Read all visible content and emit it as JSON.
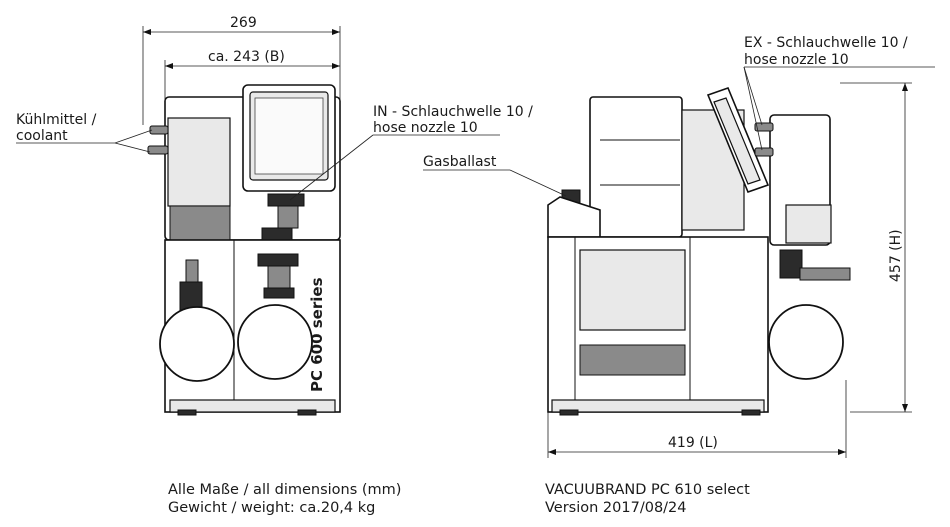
{
  "dimensions": {
    "overall_width": "269",
    "inner_width": "ca. 243 (B)",
    "height": "457 (H)",
    "length": "419 (L)"
  },
  "labels": {
    "coolant_line1": "Kühlmittel /",
    "coolant_line2": "coolant",
    "in_line1": "IN - Schlauchwelle 10 /",
    "in_line2": "hose nozzle 10",
    "gasballast": "Gasballast",
    "ex_line1": "EX - Schlauchwelle 10 /",
    "ex_line2": "hose nozzle 10",
    "series": "PC 600 series"
  },
  "footer": {
    "units_line": "Alle Maße / all dimensions (mm)",
    "weight_line": "Gewicht / weight:  ca.20,4 kg",
    "model_line": "VACUUBRAND PC 610 select",
    "version_line": "Version 2017/08/24"
  }
}
